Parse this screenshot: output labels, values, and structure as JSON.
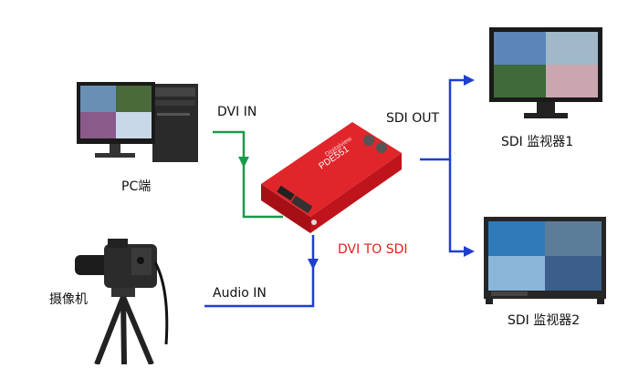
{
  "labels": {
    "pc": "PC端",
    "camera": "摄像机",
    "dvi_in": "DVI IN",
    "audio_in": "Audio IN",
    "sdi_out": "SDI OUT",
    "converter": "DVI TO SDI",
    "monitor1": "SDI 监视器1",
    "monitor2": "SDI 监视器2"
  },
  "device_marking": {
    "model": "PDE551",
    "brand": "Digitalview"
  },
  "colors": {
    "dvi_line": "#1a9a4a",
    "audio_line": "#1f3fd0",
    "sdi_line": "#1f3fd0",
    "converter_body": "#c8161d",
    "converter_label": "#e0211b"
  },
  "icons": {
    "pc": "desktop-computer-icon",
    "camera": "video-camera-on-tripod-icon",
    "converter": "dvi-to-sdi-converter-box",
    "monitor1": "lcd-monitor-icon",
    "monitor2": "broadcast-monitor-icon"
  }
}
